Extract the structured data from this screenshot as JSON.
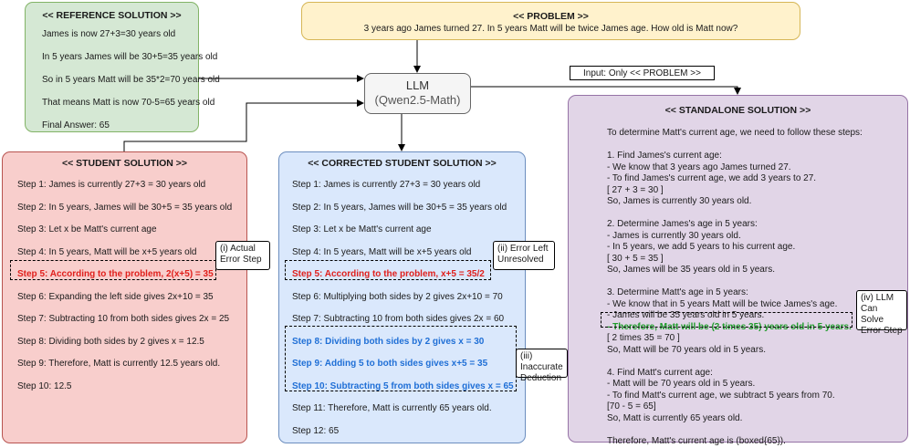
{
  "reference": {
    "title": "<< REFERENCE SOLUTION >>",
    "lines": [
      "James is now 27+3=30 years old",
      "In 5 years James will be 30+5=35 years old",
      "So in 5 years Matt will be 35*2=70 years old",
      "That means Matt is now 70-5=65 years old",
      "Final Answer: 65"
    ]
  },
  "problem": {
    "title": "<< PROBLEM >>",
    "text": "3 years ago James turned 27. In 5 years Matt will be twice James age. How old is Matt now?"
  },
  "llm": {
    "name": "LLM",
    "model": "(Qwen2.5-Math)"
  },
  "input_label": "Input: Only << PROBLEM >>",
  "student": {
    "title": "<< STUDENT SOLUTION >>",
    "steps": [
      "Step 1: James is currently 27+3 = 30 years old",
      "Step 2: In 5 years, James will be 30+5 = 35 years old",
      "Step 3: Let x be Matt's current age",
      "Step 4: In 5 years, Matt will be x+5 years old",
      "Step 5: According to the problem, 2(x+5) = 35",
      "Step 6: Expanding the left side gives 2x+10 = 35",
      "Step 7: Subtracting 10 from both sides gives 2x = 25",
      "Step 8: Dividing both sides by 2 gives x = 12.5",
      "Step 9: Therefore, Matt is currently 12.5 years old.",
      "Step 10: 12.5"
    ]
  },
  "corrected": {
    "title": "<< CORRECTED STUDENT SOLUTION >>",
    "steps": [
      "Step 1: James is currently 27+3 = 30 years old",
      "Step 2: In 5 years, James will be 30+5 = 35 years old",
      "Step 3: Let x be Matt's current age",
      "Step 4: In 5 years, Matt will be x+5 years old",
      "Step 5: According to the problem, x+5 = 35/2",
      "Step 6: Multiplying both sides by 2 gives 2x+10 = 70",
      "Step 7: Subtracting 10 from both sides gives 2x = 60",
      "Step 8: Dividing both sides by 2 gives x = 30",
      "Step 9: Adding 5 to both sides gives x+5 = 35",
      "Step 10: Subtracting 5 from both sides gives x = 65",
      "Step 11: Therefore, Matt is currently 65 years old.",
      "Step 12: 65"
    ]
  },
  "standalone": {
    "title": "<< STANDALONE SOLUTION >>",
    "lines": [
      "To determine Matt's current age, we need to follow these steps:",
      "",
      "1. Find James's current age:",
      "- We know that 3 years ago James turned 27.",
      "- To find James's current age, we add 3 years to 27.",
      "[ 27 + 3 = 30 ]",
      "So, James is currently 30 years old.",
      "",
      "2. Determine James's age in 5 years:",
      "- James is currently 30 years old.",
      "- In 5 years, we add 5 years to his current age.",
      "[ 30 + 5 = 35 ]",
      "So, James will be 35 years old in 5 years.",
      "",
      "3. Determine Matt's age in 5 years:",
      "- We know that in 5 years Matt will be twice James's age.",
      "- James will be 35 years old in 5 years.",
      "- Therefore, Matt will be (2 times 35) years old in 5 years.",
      "[ 2 times 35 = 70 ]",
      "So, Matt will be 70 years old in 5 years.",
      "",
      "4. Find Matt's current age:",
      "- Matt will be 70 years old in 5 years.",
      "- To find Matt's current age, we subtract 5 years from 70.",
      "[70 - 5 = 65]",
      "So, Matt is currently 65 years old.",
      "",
      "Therefore, Matt's current age is (boxed{65})."
    ]
  },
  "annotations": {
    "actual_error": [
      "(i) Actual",
      "Error Step"
    ],
    "error_left": [
      "(ii) Error Left",
      "Unresolved"
    ],
    "inaccurate": [
      "(iii) Inaccurate",
      "Deduction"
    ],
    "llm_can_solve": [
      "(iv) LLM",
      "Can Solve",
      "Error Step"
    ]
  },
  "colors": {
    "reference_fill": "#d5e8d4",
    "problem_fill": "#fff2cc",
    "student_fill": "#f8cecc",
    "corrected_fill": "#dae8fc",
    "standalone_fill": "#e1d5e7",
    "error_text": "#e0201c",
    "inaccurate_text": "#1f6fd6",
    "solved_text": "#1e9b2a"
  }
}
